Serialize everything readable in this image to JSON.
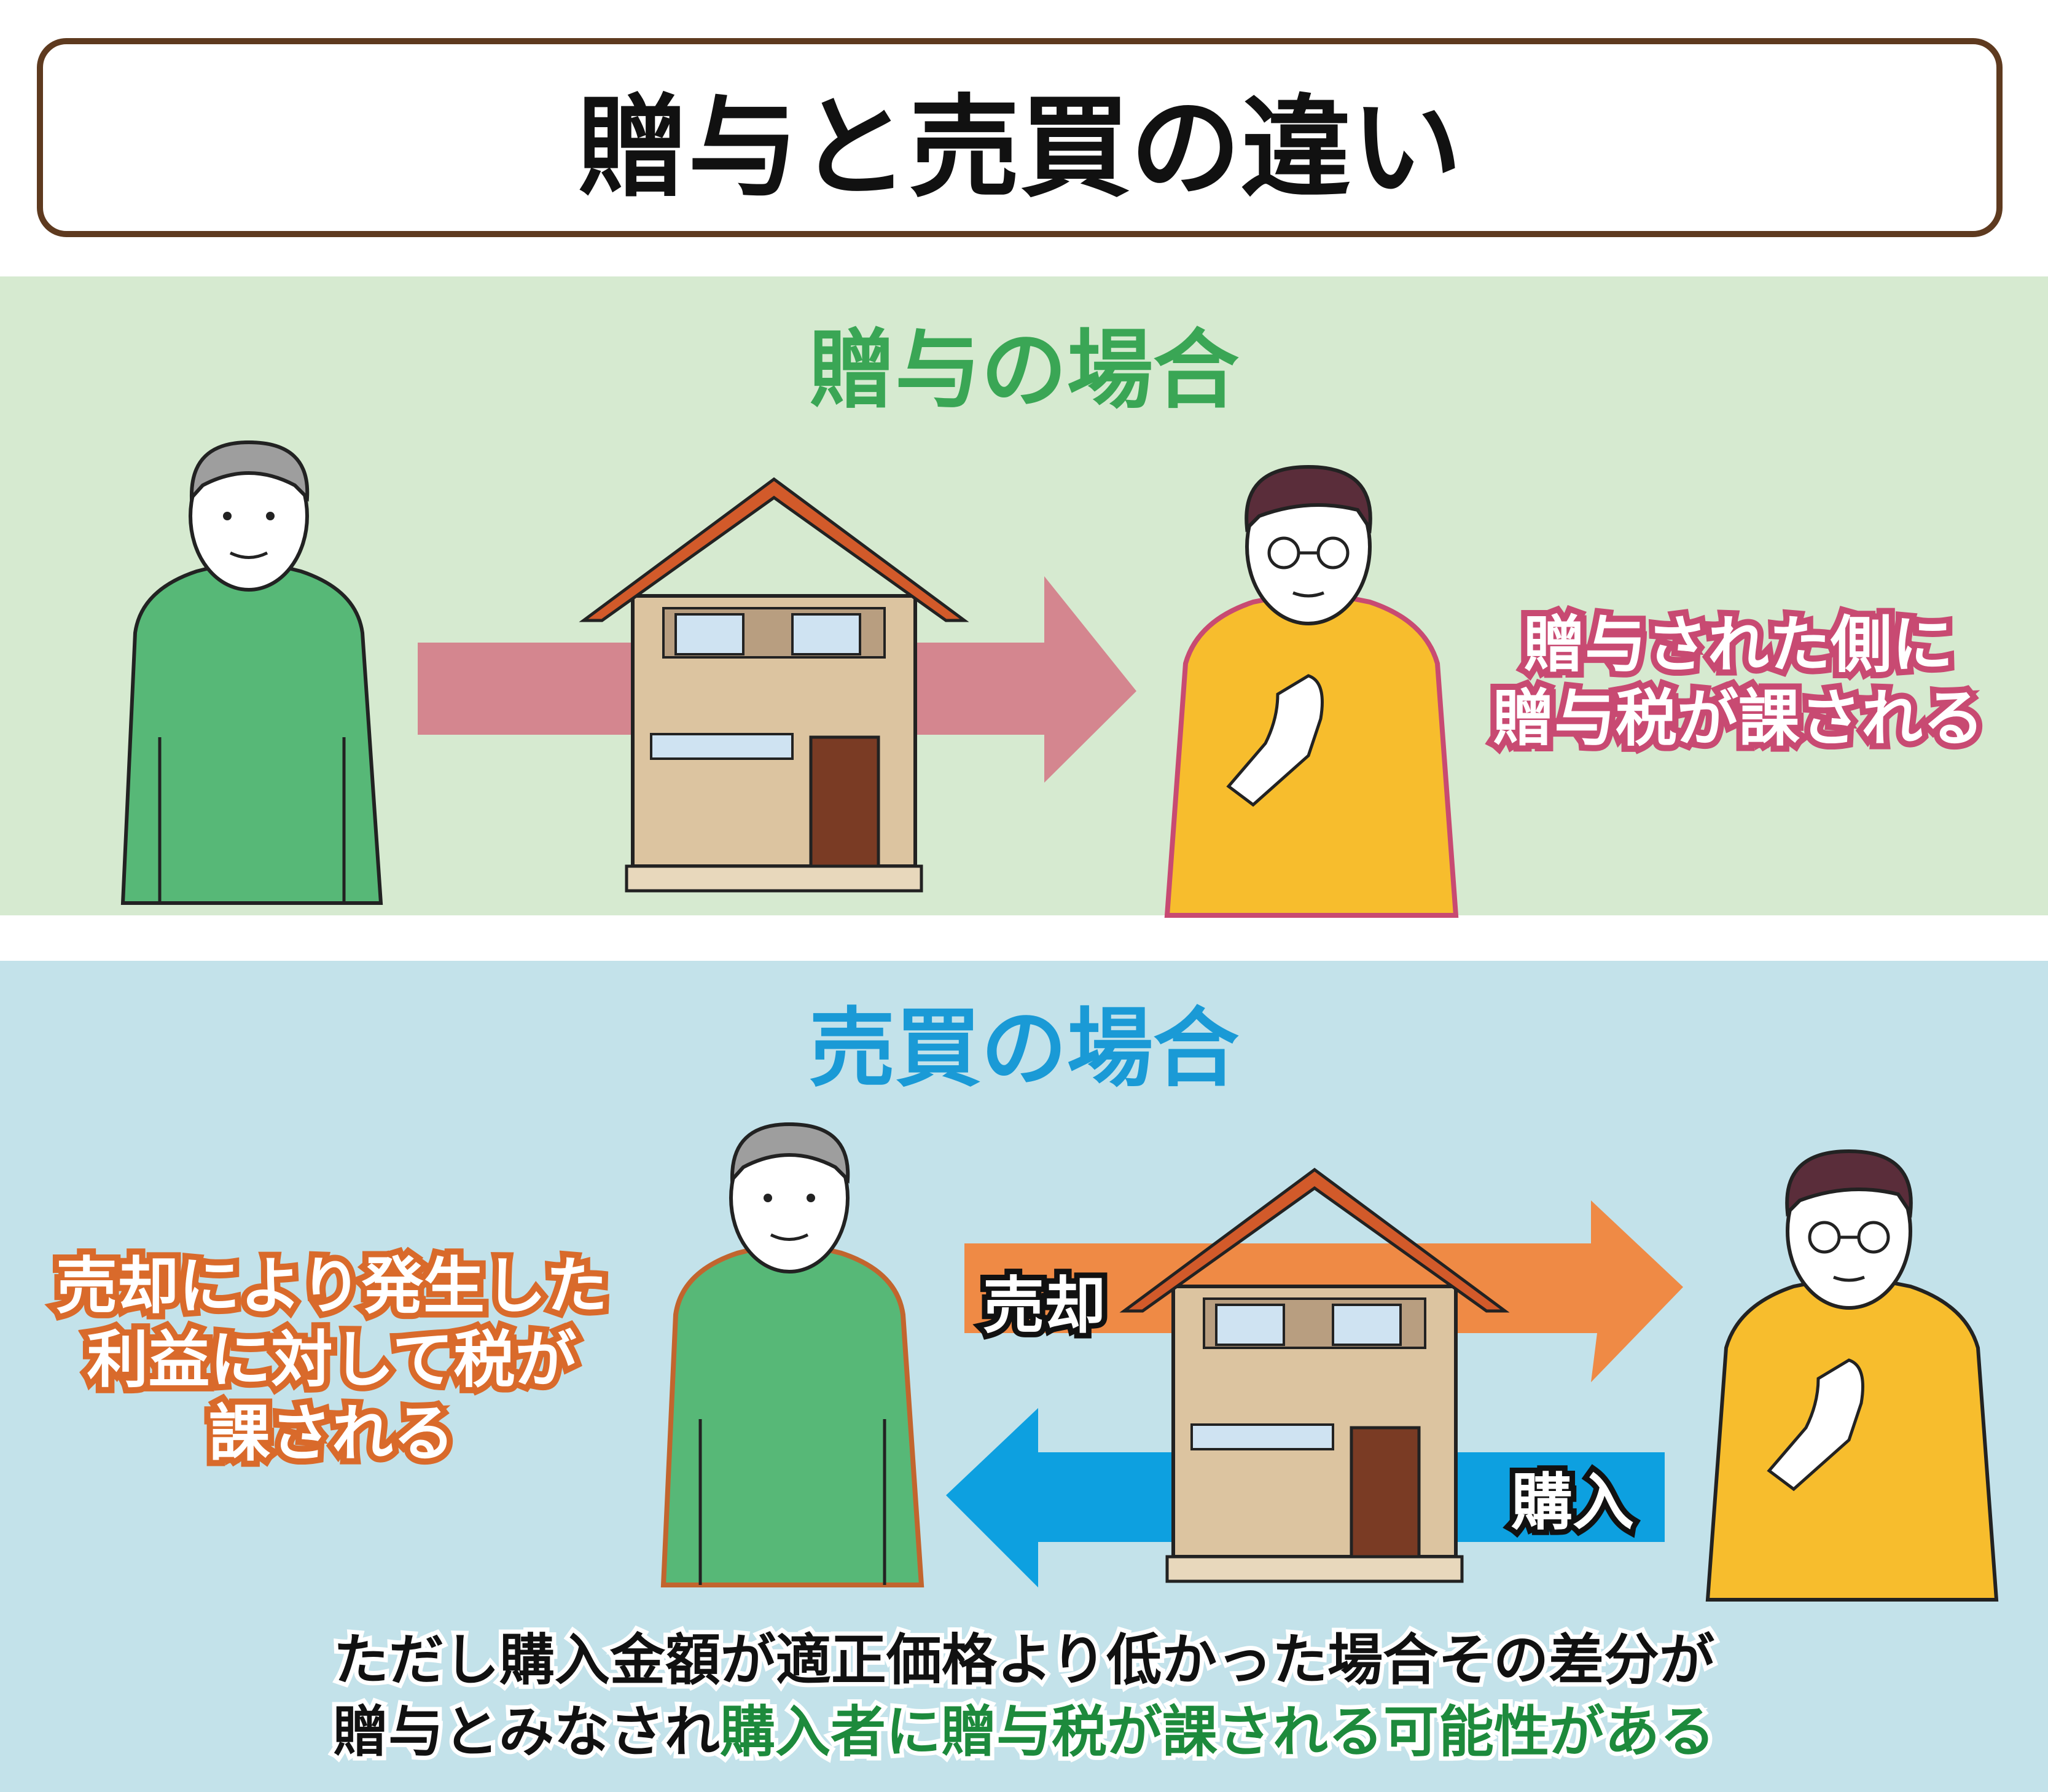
{
  "title": "贈与と売買の違い",
  "gift_section": {
    "heading": "贈与の場合",
    "note_line1": "贈与された側に",
    "note_line2": "贈与税が課される"
  },
  "sale_section": {
    "heading": "売買の場合",
    "note_line1": "売却により発生した",
    "note_line2": "利益に対して税が",
    "note_line3": "課される",
    "sell_label": "売却",
    "buy_label": "購入",
    "footnote_line1": "ただし購入金額が適正価格より低かった場合その差分が",
    "footnote_line2_plain": "贈与とみなされ",
    "footnote_line2_highlight": "購入者に贈与税が課される可能性がある"
  },
  "colors": {
    "title_border": "#5e3a1f",
    "gift_bg": "#d6ead0",
    "sale_bg": "#c3e2ea",
    "gift_heading": "#3aa655",
    "sale_heading": "#1a9ad6",
    "gift_arrow": "#d4868f",
    "sell_arrow": "#ef8a45",
    "buy_arrow": "#0da0e0",
    "highlight_text": "#1d8a3c"
  }
}
